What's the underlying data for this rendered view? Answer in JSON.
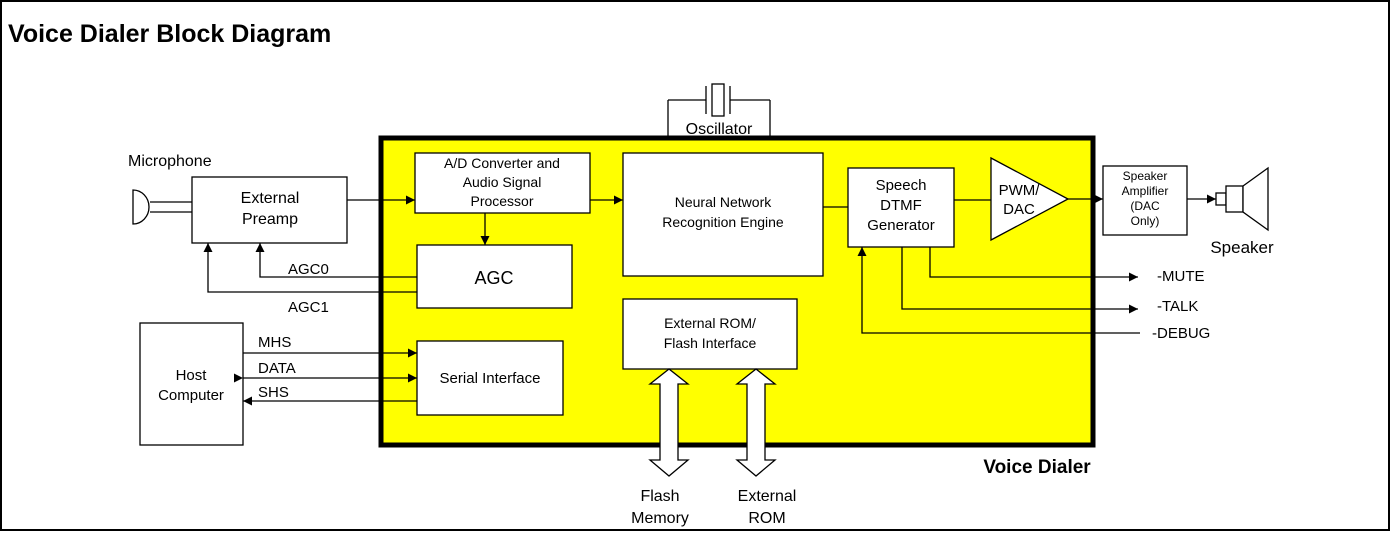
{
  "title": "Voice Dialer Block Diagram",
  "chip_label": "Voice Dialer",
  "colors": {
    "chip_fill": "#ffff00",
    "frame": "#000000",
    "background": "#ffffff"
  },
  "labels": {
    "microphone": "Microphone",
    "oscillator": "Oscillator",
    "speaker": "Speaker",
    "flash_memory": [
      "Flash",
      "Memory"
    ],
    "external_rom": [
      "External",
      "ROM"
    ]
  },
  "blocks": {
    "external_preamp": [
      "External",
      "Preamp"
    ],
    "ad_converter": [
      "A/D Converter and",
      "Audio Signal",
      "Processor"
    ],
    "agc": "AGC",
    "neural_network": [
      "Neural Network",
      "Recognition Engine"
    ],
    "speech_dtmf": [
      "Speech",
      "DTMF",
      "Generator"
    ],
    "pwm_dac": [
      "PWM/",
      "DAC"
    ],
    "speaker_amplifier": [
      "Speaker",
      "Amplifier",
      "(DAC",
      "Only)"
    ],
    "external_rom_interface": [
      "External ROM/",
      "Flash Interface"
    ],
    "serial_interface": "Serial Interface",
    "host_computer": [
      "Host",
      "Computer"
    ]
  },
  "signals": {
    "agc0": "AGC0",
    "agc1": "AGC1",
    "mhs": "MHS",
    "data": "DATA",
    "shs": "SHS",
    "mute": "-MUTE",
    "talk": "-TALK",
    "debug": "-DEBUG"
  }
}
